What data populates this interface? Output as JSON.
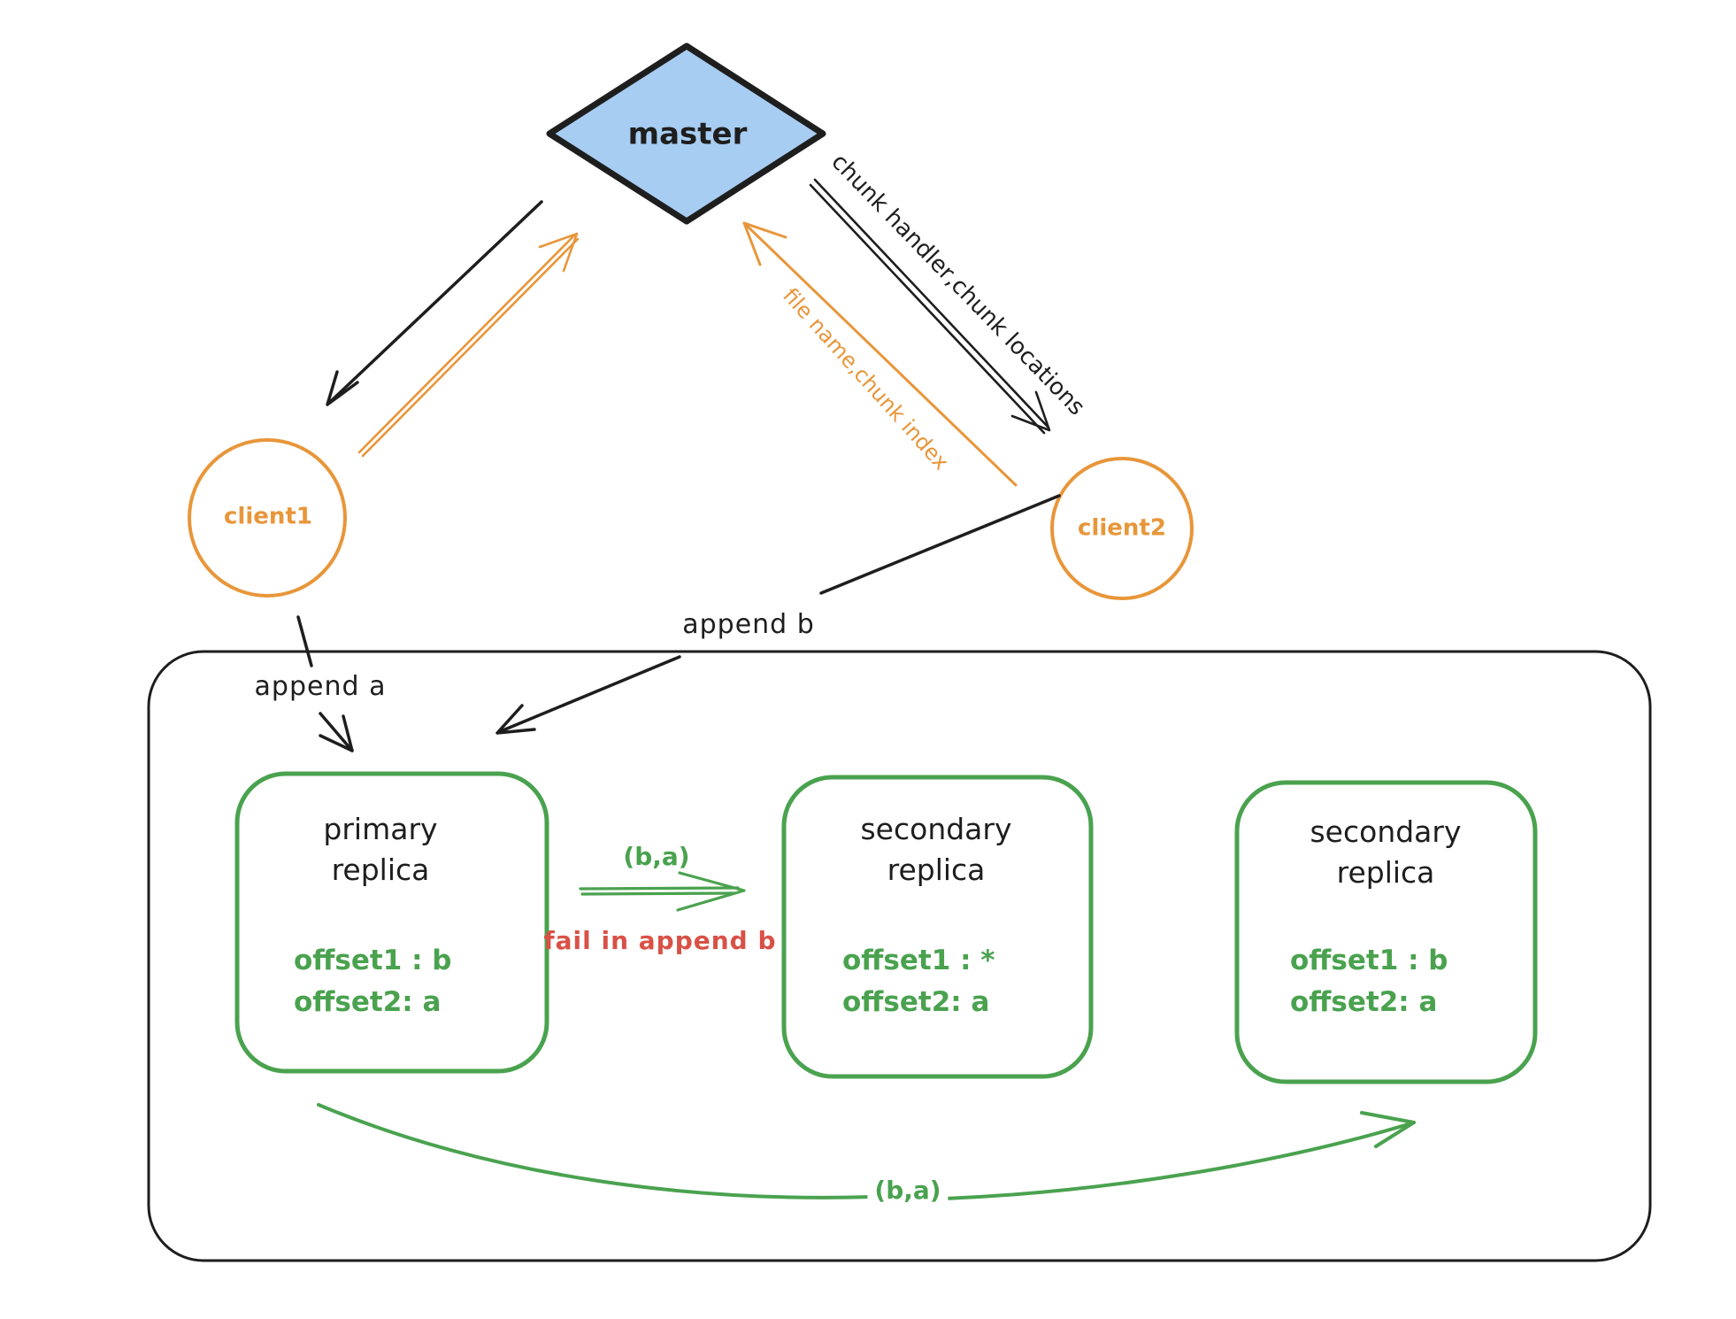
{
  "nodes": {
    "master": "master",
    "client1": "client1",
    "client2": "client2"
  },
  "edge_labels": {
    "master_to_client2": "chunk handler,chunk locations",
    "client2_to_master": "file name,chunk index",
    "append_a": "append a",
    "append_b": "append b",
    "replicate_ba": "(b,a)",
    "fail": "fail in append b",
    "bottom_ba": "(b,a)"
  },
  "replicas": [
    {
      "title_line1": "primary",
      "title_line2": "replica",
      "offset1": "offset1 : b",
      "offset2": "offset2: a"
    },
    {
      "title_line1": "secondary",
      "title_line2": "replica",
      "offset1": "offset1 : *",
      "offset2": "offset2: a"
    },
    {
      "title_line1": "secondary",
      "title_line2": "replica",
      "offset1": "offset1 : b",
      "offset2": "offset2: a"
    }
  ],
  "colors": {
    "master_fill": "#a8cdf2",
    "stroke_black": "#1e1e1e",
    "orange": "#e8963a",
    "green": "#4aa24f",
    "red": "#d95146"
  }
}
